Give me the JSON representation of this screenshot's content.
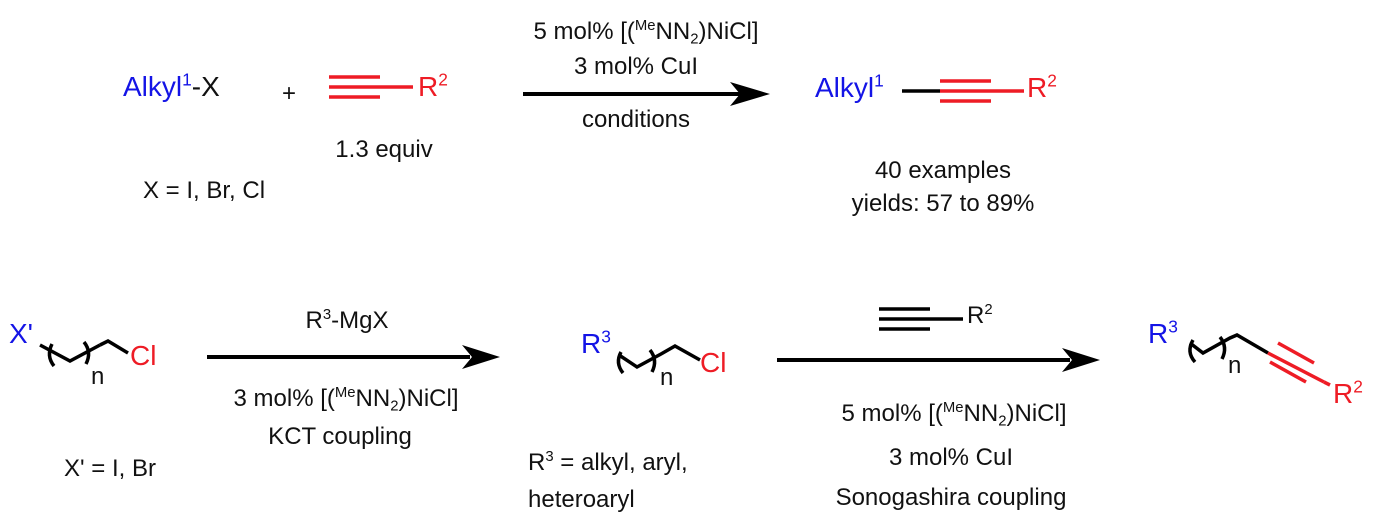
{
  "scheme1": {
    "reactant1": {
      "main": "Alkyl",
      "sup": "1",
      "suffix": "-X"
    },
    "plus": "+",
    "alkyne": {
      "label_main": "R",
      "label_sup": "2"
    },
    "alkyne_equiv": "1.3 equiv",
    "x_definition": "X = I, Br, Cl",
    "conditions": {
      "line1_prefix": "5 mol% [(",
      "line1_sup": "Me",
      "line1_mid": "NN",
      "line1_sub": "2",
      "line1_suffix": ")NiCl]",
      "line2": "3 mol% CuI",
      "line3": "conditions"
    },
    "product": {
      "main": "Alkyl",
      "sup": "1",
      "r_main": "R",
      "r_sup": "2"
    },
    "results": {
      "line1": "40 examples",
      "line2": "yields: 57 to 89%"
    }
  },
  "scheme2": {
    "start": {
      "x_label": "X'",
      "n": "n",
      "cl": "Cl"
    },
    "x_definition": "X' = I, Br",
    "step1": {
      "reagent_main": "R",
      "reagent_sup": "3",
      "reagent_suffix": "-MgX",
      "cat_prefix": "3 mol% [(",
      "cat_sup": "Me",
      "cat_mid": "NN",
      "cat_sub": "2",
      "cat_suffix": ")NiCl]",
      "name": "KCT coupling"
    },
    "intermediate": {
      "r_main": "R",
      "r_sup": "3",
      "n": "n",
      "cl": "Cl"
    },
    "r3_definition": {
      "line1_main": "R",
      "line1_sup": "3",
      "line1_rest": " = alkyl, aryl,",
      "line2": "heteroaryl"
    },
    "step2": {
      "alkyne_r_main": "R",
      "alkyne_r_sup": "2",
      "cat_prefix": "5 mol% [(",
      "cat_sup": "Me",
      "cat_mid": "NN",
      "cat_sub": "2",
      "cat_suffix": ")NiCl]",
      "cu": "3 mol% CuI",
      "name": "Sonogashira coupling"
    },
    "final": {
      "r3_main": "R",
      "r3_sup": "3",
      "n": "n",
      "r2_main": "R",
      "r2_sup": "2"
    }
  },
  "colors": {
    "substituent_blue": "#1414e6",
    "alkyne_red": "#ee1c25",
    "bond_black": "#111111"
  }
}
